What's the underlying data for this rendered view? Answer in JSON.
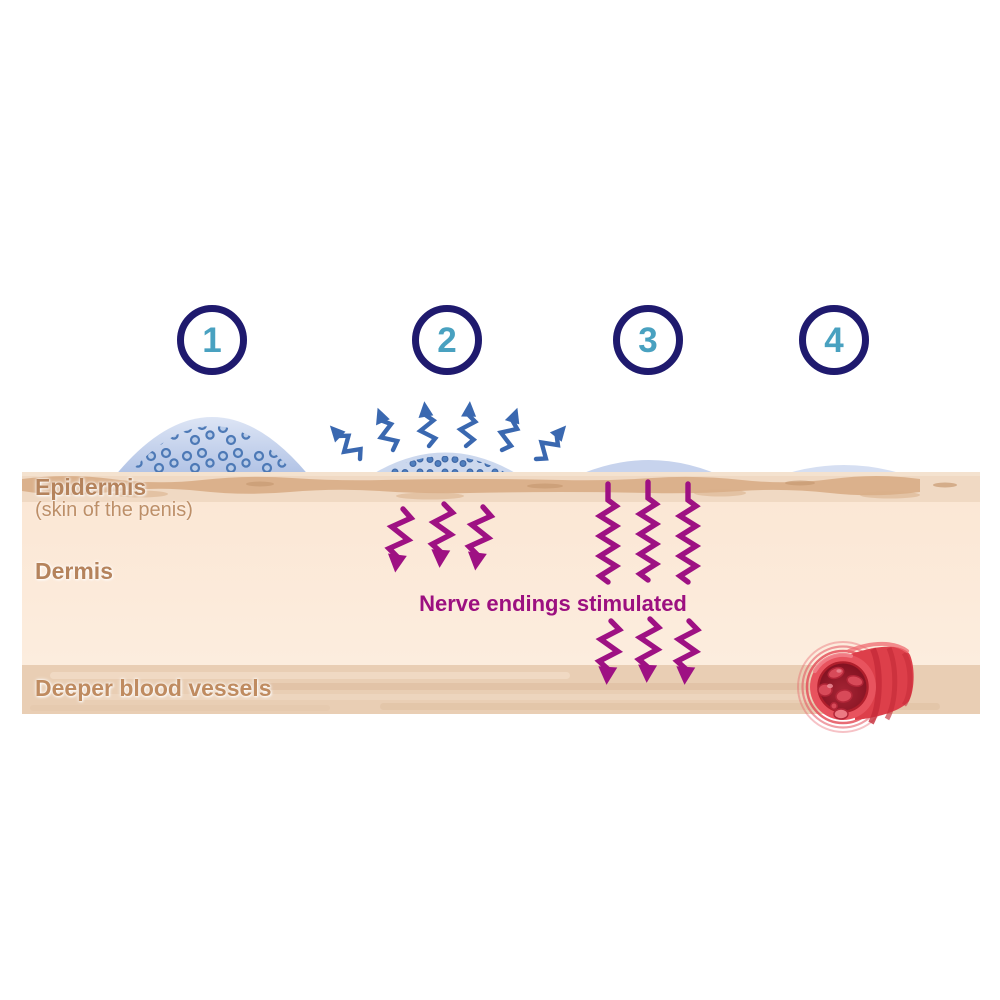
{
  "figure": {
    "stages": [
      {
        "number": "1"
      },
      {
        "number": "2"
      },
      {
        "number": "3"
      },
      {
        "number": "4"
      }
    ],
    "labels": {
      "epidermis": "Epidermis",
      "epidermis_sub": "(skin of the penis)",
      "dermis": "Dermis",
      "deeper_vessels": "Deeper blood vessels",
      "nerve_endings": "Nerve endings stimulated"
    },
    "colors": {
      "circle_border_navy": "#1f1a6e",
      "stage_number_teal": "#49a1c0",
      "label_brown": "#b5835c",
      "magenta_arrow": "#9e1183",
      "blue_arrow": "#3a68b0",
      "cream_blob_blue": "#ccd8ee",
      "cream_dot_blue": "#5180bf",
      "epidermis_texture_tan": "#d9ae88",
      "epidermis_base": "#f0d9c3",
      "dermis_peach": "#fbe9d8",
      "deep_band_tan": "#e9ceb4",
      "vessel_red": "#dd3f4a",
      "vessel_lumen_dark_red": "#7e0f1e"
    }
  }
}
